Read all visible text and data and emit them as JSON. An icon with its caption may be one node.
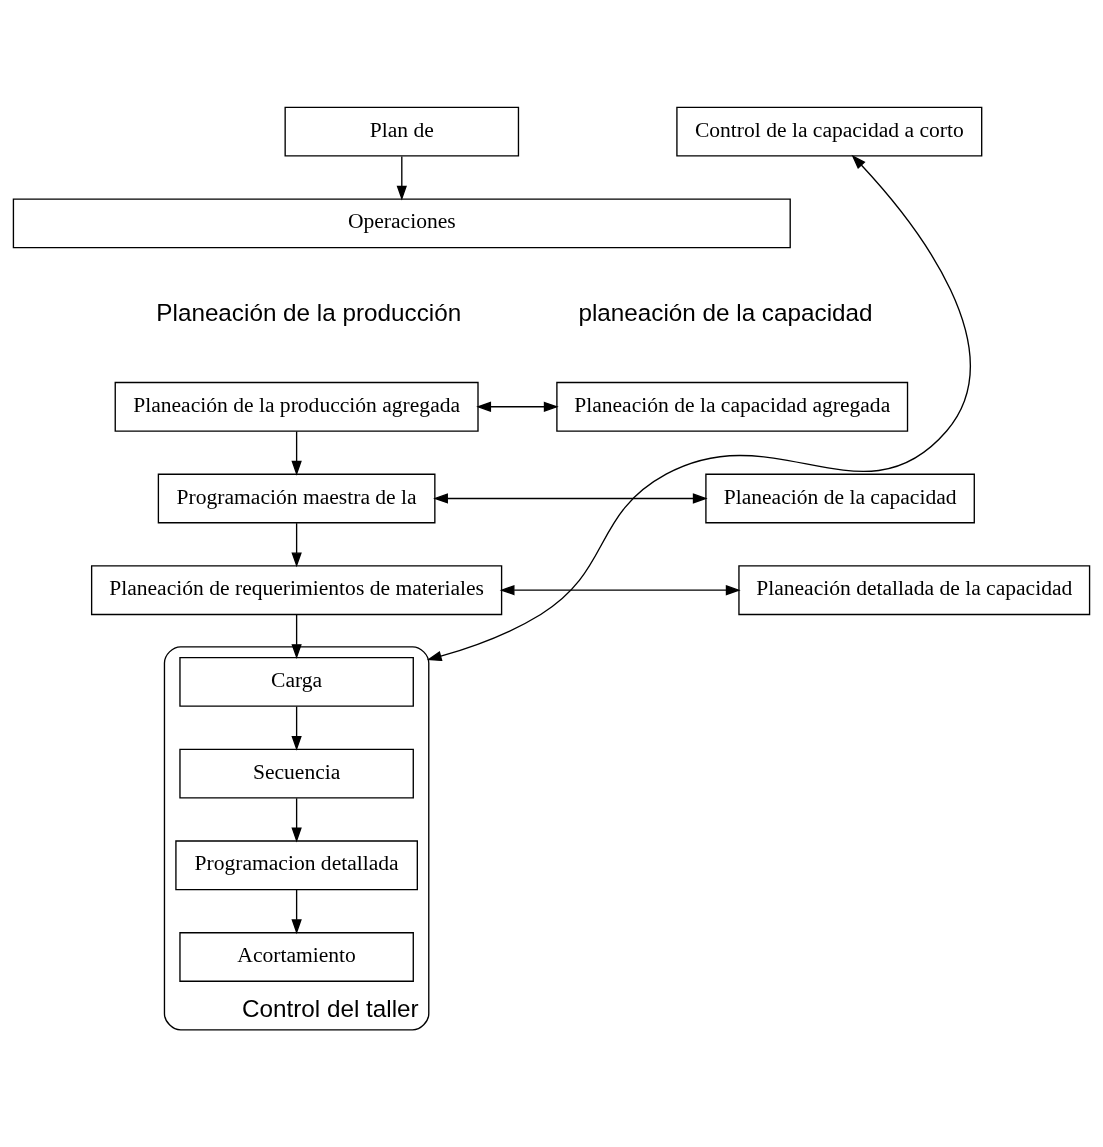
{
  "diagram": {
    "nodes": [
      {
        "text": [
          "Plan de"
        ]
      },
      {
        "text": [
          "Operaciones"
        ]
      },
      {
        "text": [
          "Planeación de la producción agregada"
        ]
      },
      {
        "text": [
          "Planeación de la capacidad agregada"
        ]
      },
      {
        "text": [
          "Programación maestra de la"
        ]
      },
      {
        "text": [
          "Planeación de la capacidad"
        ]
      },
      {
        "text": [
          "Planeación de requerimientos de materiales"
        ]
      },
      {
        "text": [
          "Planeación detallada de la capacidad"
        ]
      },
      {
        "text": [
          "Control del taller"
        ]
      },
      {
        "text": [
          "Carga"
        ],
        "in": 8
      },
      {
        "text": [
          "Secuencia"
        ],
        "in": 8
      },
      {
        "text": [
          "Programacion detallada"
        ],
        "in": 8
      },
      {
        "text": [
          "Acortamiento"
        ],
        "in": 8
      },
      {
        "text": [
          "Control de la capacidad a corto"
        ]
      }
    ],
    "edges": [
      {
        "from": 0,
        "to": 1,
        "arrow": "to"
      },
      {
        "from": 2,
        "to": 3,
        "arrow": "both"
      },
      {
        "from": 2,
        "to": 4,
        "arrow": "to"
      },
      {
        "from": 4,
        "to": 5,
        "arrow": "both"
      },
      {
        "from": 4,
        "to": 6,
        "arrow": "to"
      },
      {
        "from": 6,
        "to": 7,
        "arrow": "both"
      },
      {
        "from": 6,
        "to": 9,
        "arrow": "to"
      },
      {
        "from": 9,
        "to": 10,
        "arrow": "to"
      },
      {
        "from": 10,
        "to": 11,
        "arrow": "to"
      },
      {
        "from": 11,
        "to": 12,
        "arrow": "to"
      },
      {
        "from": 8,
        "to": 13,
        "arrow": "both"
      }
    ],
    "labels": [
      "Planeación de la producción",
      "planeación de la capacidad"
    ]
  }
}
